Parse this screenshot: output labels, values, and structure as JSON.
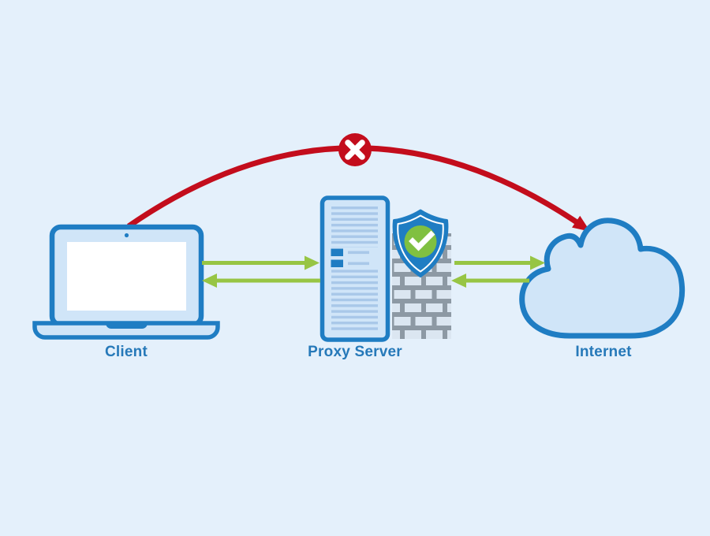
{
  "diagram": {
    "nodes": {
      "client": {
        "label": "Client",
        "icon": "laptop-icon"
      },
      "proxy": {
        "label": "Proxy Server",
        "icon": "server-icon"
      },
      "firewall": {
        "icon": "firewall-icon",
        "badge_icon": "shield-check-icon"
      },
      "internet": {
        "label": "Internet",
        "icon": "cloud-icon"
      }
    },
    "connections": [
      {
        "id": "client-proxy",
        "type": "allowed",
        "direction": "bidirectional"
      },
      {
        "id": "proxy-internet",
        "type": "allowed",
        "direction": "bidirectional"
      },
      {
        "id": "client-internet-direct",
        "type": "blocked",
        "direction": "client-to-internet",
        "marker_icon": "x-circle-icon"
      }
    ],
    "colors": {
      "background": "#e4f0fb",
      "outline-blue": "#1f7dc3",
      "fill-light-blue": "#d0e5f8",
      "detail-line-blue": "#a9c8e9",
      "label-blue": "#2679b9",
      "arrow-green": "#97c544",
      "blocked-red": "#c30d1c",
      "firewall-gray": "#8d99a4",
      "brick-light": "#dbe6f1",
      "badge-green": "#80c041",
      "white": "#ffffff"
    }
  }
}
